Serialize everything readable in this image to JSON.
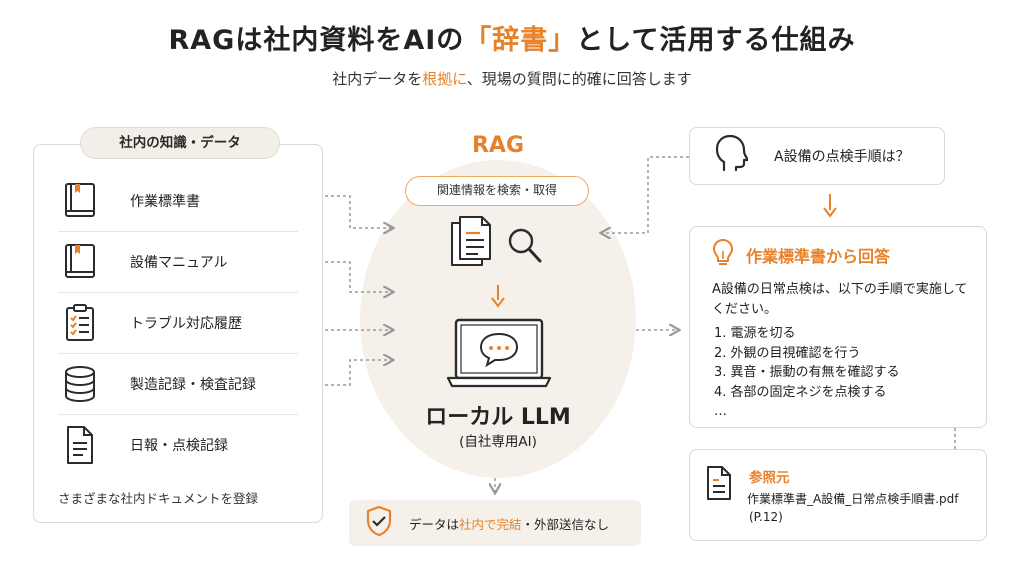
{
  "header": {
    "title_pre": "RAGは社内資料をAIの",
    "title_accent": "「辞書」",
    "title_post": "として活用する仕組み",
    "subtitle_pre": "社内データを",
    "subtitle_accent": "根拠に",
    "subtitle_post": "、現場の質問に的確に回答します"
  },
  "left": {
    "label": "社内の知識・データ",
    "items": [
      {
        "label": "作業標準書",
        "icon": "book-icon"
      },
      {
        "label": "設備マニュアル",
        "icon": "manual-icon"
      },
      {
        "label": "トラブル対応履歴",
        "icon": "clipboard-checklist-icon"
      },
      {
        "label": "製造記録・検査記録",
        "icon": "database-icon"
      },
      {
        "label": "日報・点検記録",
        "icon": "document-icon"
      }
    ],
    "footer": "さまざまな社内ドキュメントを登録"
  },
  "center": {
    "rag_title": "RAG",
    "search_label": "関連情報を検索・取得",
    "llm_title": "ローカル LLM",
    "llm_subtitle": "(自社専用AI)",
    "secure_pre": "データは",
    "secure_accent": "社内で完結",
    "secure_post": "・外部送信なし"
  },
  "right": {
    "question": "A設備の点検手順は？",
    "answer_title": "作業標準書から回答",
    "answer_lead": "A設備の日常点検は、以下の手順で実施してください。",
    "answer_steps": [
      "1. 電源を切る",
      "2. 外観の目視確認を行う",
      "3. 異音・振動の有無を確認する",
      "4. 各部の固定ネジを点検する",
      "…"
    ],
    "source_title": "参照元",
    "source_file": "作業標準書_A設備_日常点検手順書.pdf",
    "source_page": "(P.12)"
  },
  "colors": {
    "accent": "#e8822a",
    "panel_bg": "#f5f1ea",
    "border": "#d9d9d9",
    "icon": "#2b2b2b"
  }
}
